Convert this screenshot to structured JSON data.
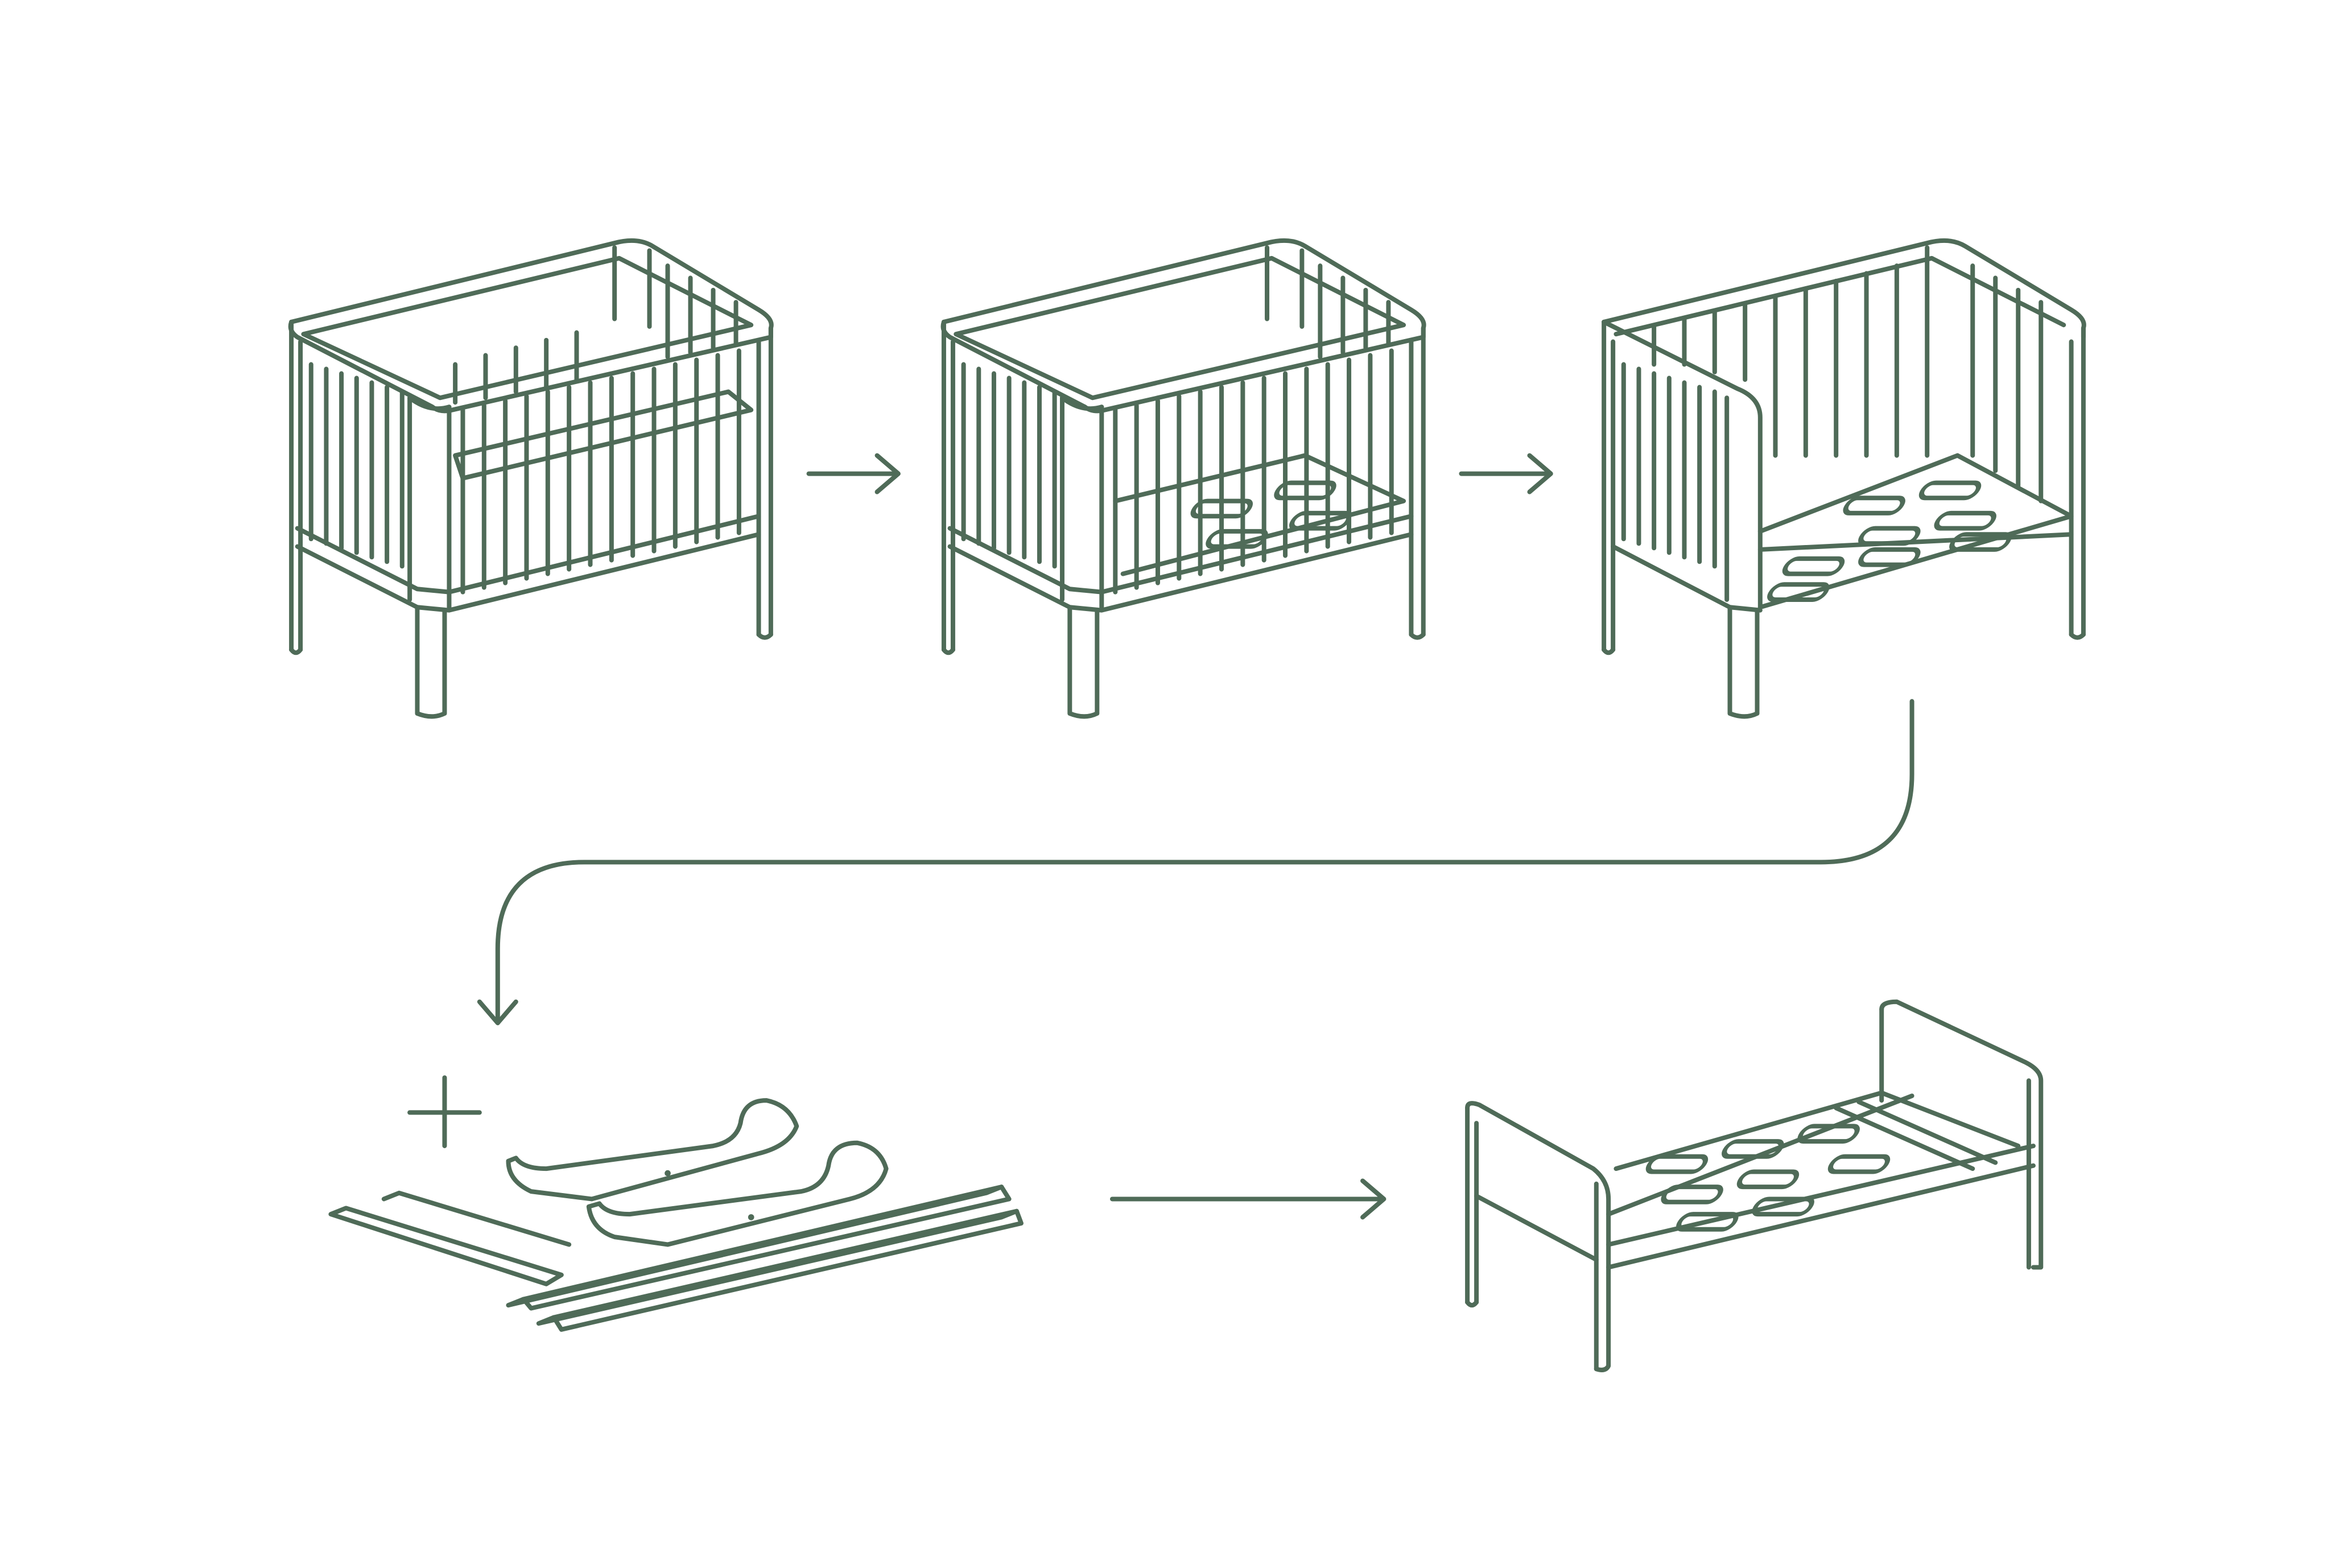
{
  "diagram": {
    "type": "crib-conversion-steps",
    "line_color": "#4f6b58",
    "background": "#ffffff",
    "stages": [
      {
        "id": "crib-high",
        "icon": "crib-high-mattress-icon"
      },
      {
        "id": "crib-low",
        "icon": "crib-low-mattress-icon"
      },
      {
        "id": "toddler-bed",
        "icon": "toddler-bed-open-side-icon"
      },
      {
        "id": "extension-kit",
        "icon": "extension-kit-parts-icon"
      },
      {
        "id": "junior-bed",
        "icon": "junior-bed-icon"
      }
    ],
    "connectors": [
      {
        "from": "crib-high",
        "to": "crib-low",
        "icon": "arrow-right-icon"
      },
      {
        "from": "crib-low",
        "to": "toddler-bed",
        "icon": "arrow-right-icon"
      },
      {
        "from": "toddler-bed",
        "to": "extension-kit",
        "icon": "curved-arrow-down-icon"
      },
      {
        "from": "extension-kit",
        "to": "junior-bed",
        "icon": "arrow-right-icon"
      }
    ],
    "plus_icon": "plus-icon"
  }
}
